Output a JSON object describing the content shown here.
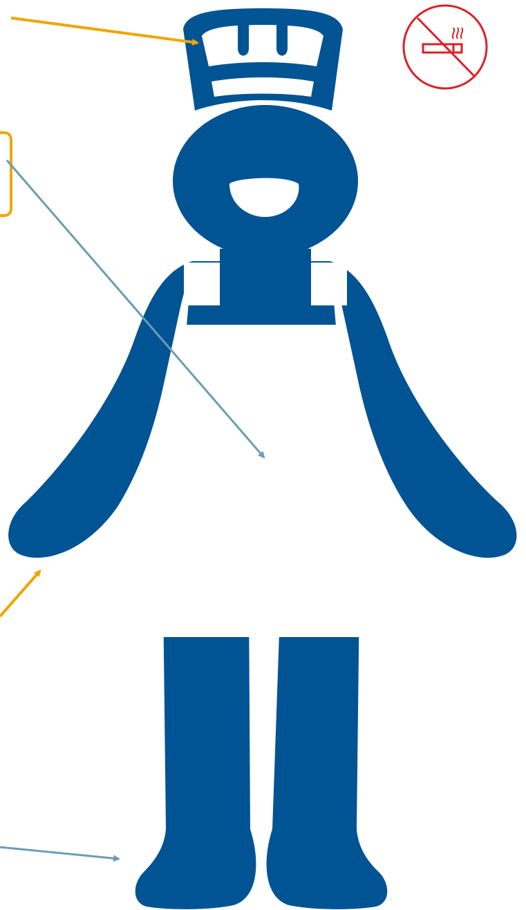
{
  "colors": {
    "figure": "#005494",
    "apron": "#ffffff",
    "callout_arrow_orange": "#f0a500",
    "callout_arrow_teal": "#6a9db5",
    "callout_box_border": "#f0a500",
    "no_smoking_red": "#dd1f26",
    "background": "#ffffff"
  },
  "icons": {
    "figure": "chef-figure-icon",
    "no_smoking": "no-smoking-icon"
  },
  "callouts": [
    {
      "name": "chef-hat-callout-arrow",
      "color": "orange",
      "target": "chef hat"
    },
    {
      "name": "apron-callout-arrow",
      "color": "teal",
      "target": "apron"
    },
    {
      "name": "hands-callout-arrow",
      "color": "orange",
      "target": "hands"
    },
    {
      "name": "feet-callout-arrow",
      "color": "teal",
      "target": "feet"
    }
  ]
}
